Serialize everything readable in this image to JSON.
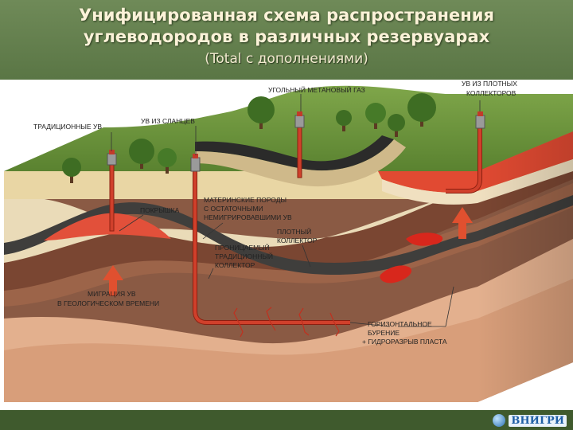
{
  "header": {
    "title_line1": "Унифицированная схема распространения",
    "title_line2": "углеводородов в различных резервуарах",
    "subtitle": "(Total с дополнениями)"
  },
  "diagram": {
    "labels": {
      "traditional": "ТРАДИЦИОННЫЕ УВ",
      "shale": "УВ ИЗ СЛАНЦЕВ",
      "coalbed_methane": "УГОЛЬНЫЙ МЕТАНОВЫЙ ГАЗ",
      "tight_line1": "УВ ИЗ ПЛОТНЫХ",
      "tight_line2": "КОЛЛЕКТОРОВ",
      "cap_rock": "ПОКРЫШКА",
      "source_rock_line1": "МАТЕРИНСКИЕ ПОРОДЫ",
      "source_rock_line2": "С ОСТАТОЧНЫМИ",
      "source_rock_line3": "НЕМИГРИРОВАВШИМИ УВ",
      "tight_reservoir_line1": "ПЛОТНЫЙ",
      "tight_reservoir_line2": "КОЛЛЕКТОР",
      "permeable_line1": "ПРОНИЦАЕМЫЙ",
      "permeable_line2": "ТРАДИЦИОННЫЙ",
      "permeable_line3": "КОЛЛЕКТОР",
      "migration_line1": "МИГРАЦИЯ УВ",
      "migration_line2": "В ГЕОЛОГИЧЕСКОМ ВРЕМЕНИ",
      "horizontal_line1": "ГОРИЗОНТАЛЬНОЕ",
      "horizontal_line2": "БУРЕНИЕ",
      "horizontal_line3": "+ ГИДРОРАЗРЫВ ПЛАСТА"
    }
  },
  "footer": {
    "logo_text": "ВНИГРИ"
  }
}
